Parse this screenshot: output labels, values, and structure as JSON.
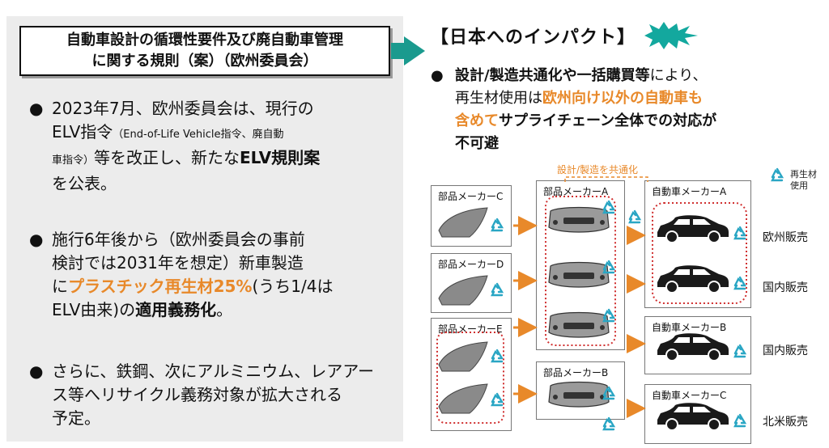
{
  "left": {
    "title_line1": "自動車設計の循環性要件及び廃自動車管理",
    "title_line2": "に関する規則（案）（欧州委員会）",
    "bullets": [
      {
        "p1": "2023年7月、欧州委員会は、現行の",
        "p2": "ELV指令",
        "p3": "（End-of-Life Vehicle指令、廃自動",
        "p4": "車指令）",
        "p5": "等を改正し、新たな",
        "p6": "ELV規則案",
        "p7": "を公表。"
      },
      {
        "p1": "施行6年後から（欧州委員会の事前",
        "p2": "検討では2031年を想定）新車製造",
        "p3": "に",
        "p4": "プラスチック再生材25%",
        "p5": "(うち1/4は",
        "p6": "ELV由来)の",
        "p7": "適用義務化",
        "p8": "。"
      },
      {
        "p1": "さらに、鉄鋼、次にアルミニウム、レアアー",
        "p2": "ス等へリサイクル義務対象が拡大される",
        "p3": "予定。"
      }
    ],
    "bullet_char": "●"
  },
  "right": {
    "impact_title": "【日本へのインパクト】",
    "bullet_char": "●",
    "bullet": {
      "a1": "設計/製造共通化や一括購買等",
      "a2": "により、",
      "a3": "再生材使用は",
      "a4": "欧州向け以外の自動車も",
      "a5": "含めて",
      "a6": "サプライチェーン全体での対応が",
      "a7": "不可避"
    }
  },
  "diagram": {
    "common_label": "設計/製造を共通化",
    "legend": {
      "line1": "再生材",
      "line2": "使用"
    },
    "parts_makers": [
      "部品メーカーC",
      "部品メーカーD",
      "部品メーカーE"
    ],
    "bumper_makers": [
      "部品メーカーA",
      "部品メーカーB"
    ],
    "car_makers": [
      "自動車メーカーA",
      "自動車メーカーB",
      "自動車メーカーC"
    ],
    "markets": [
      "欧州販売",
      "国内販売",
      "国内販売",
      "北米販売"
    ],
    "colors": {
      "accent": "#e8892a",
      "teal": "#1a9a8e",
      "recycle": "#2aa6c4",
      "dotted": "#d03030"
    }
  }
}
